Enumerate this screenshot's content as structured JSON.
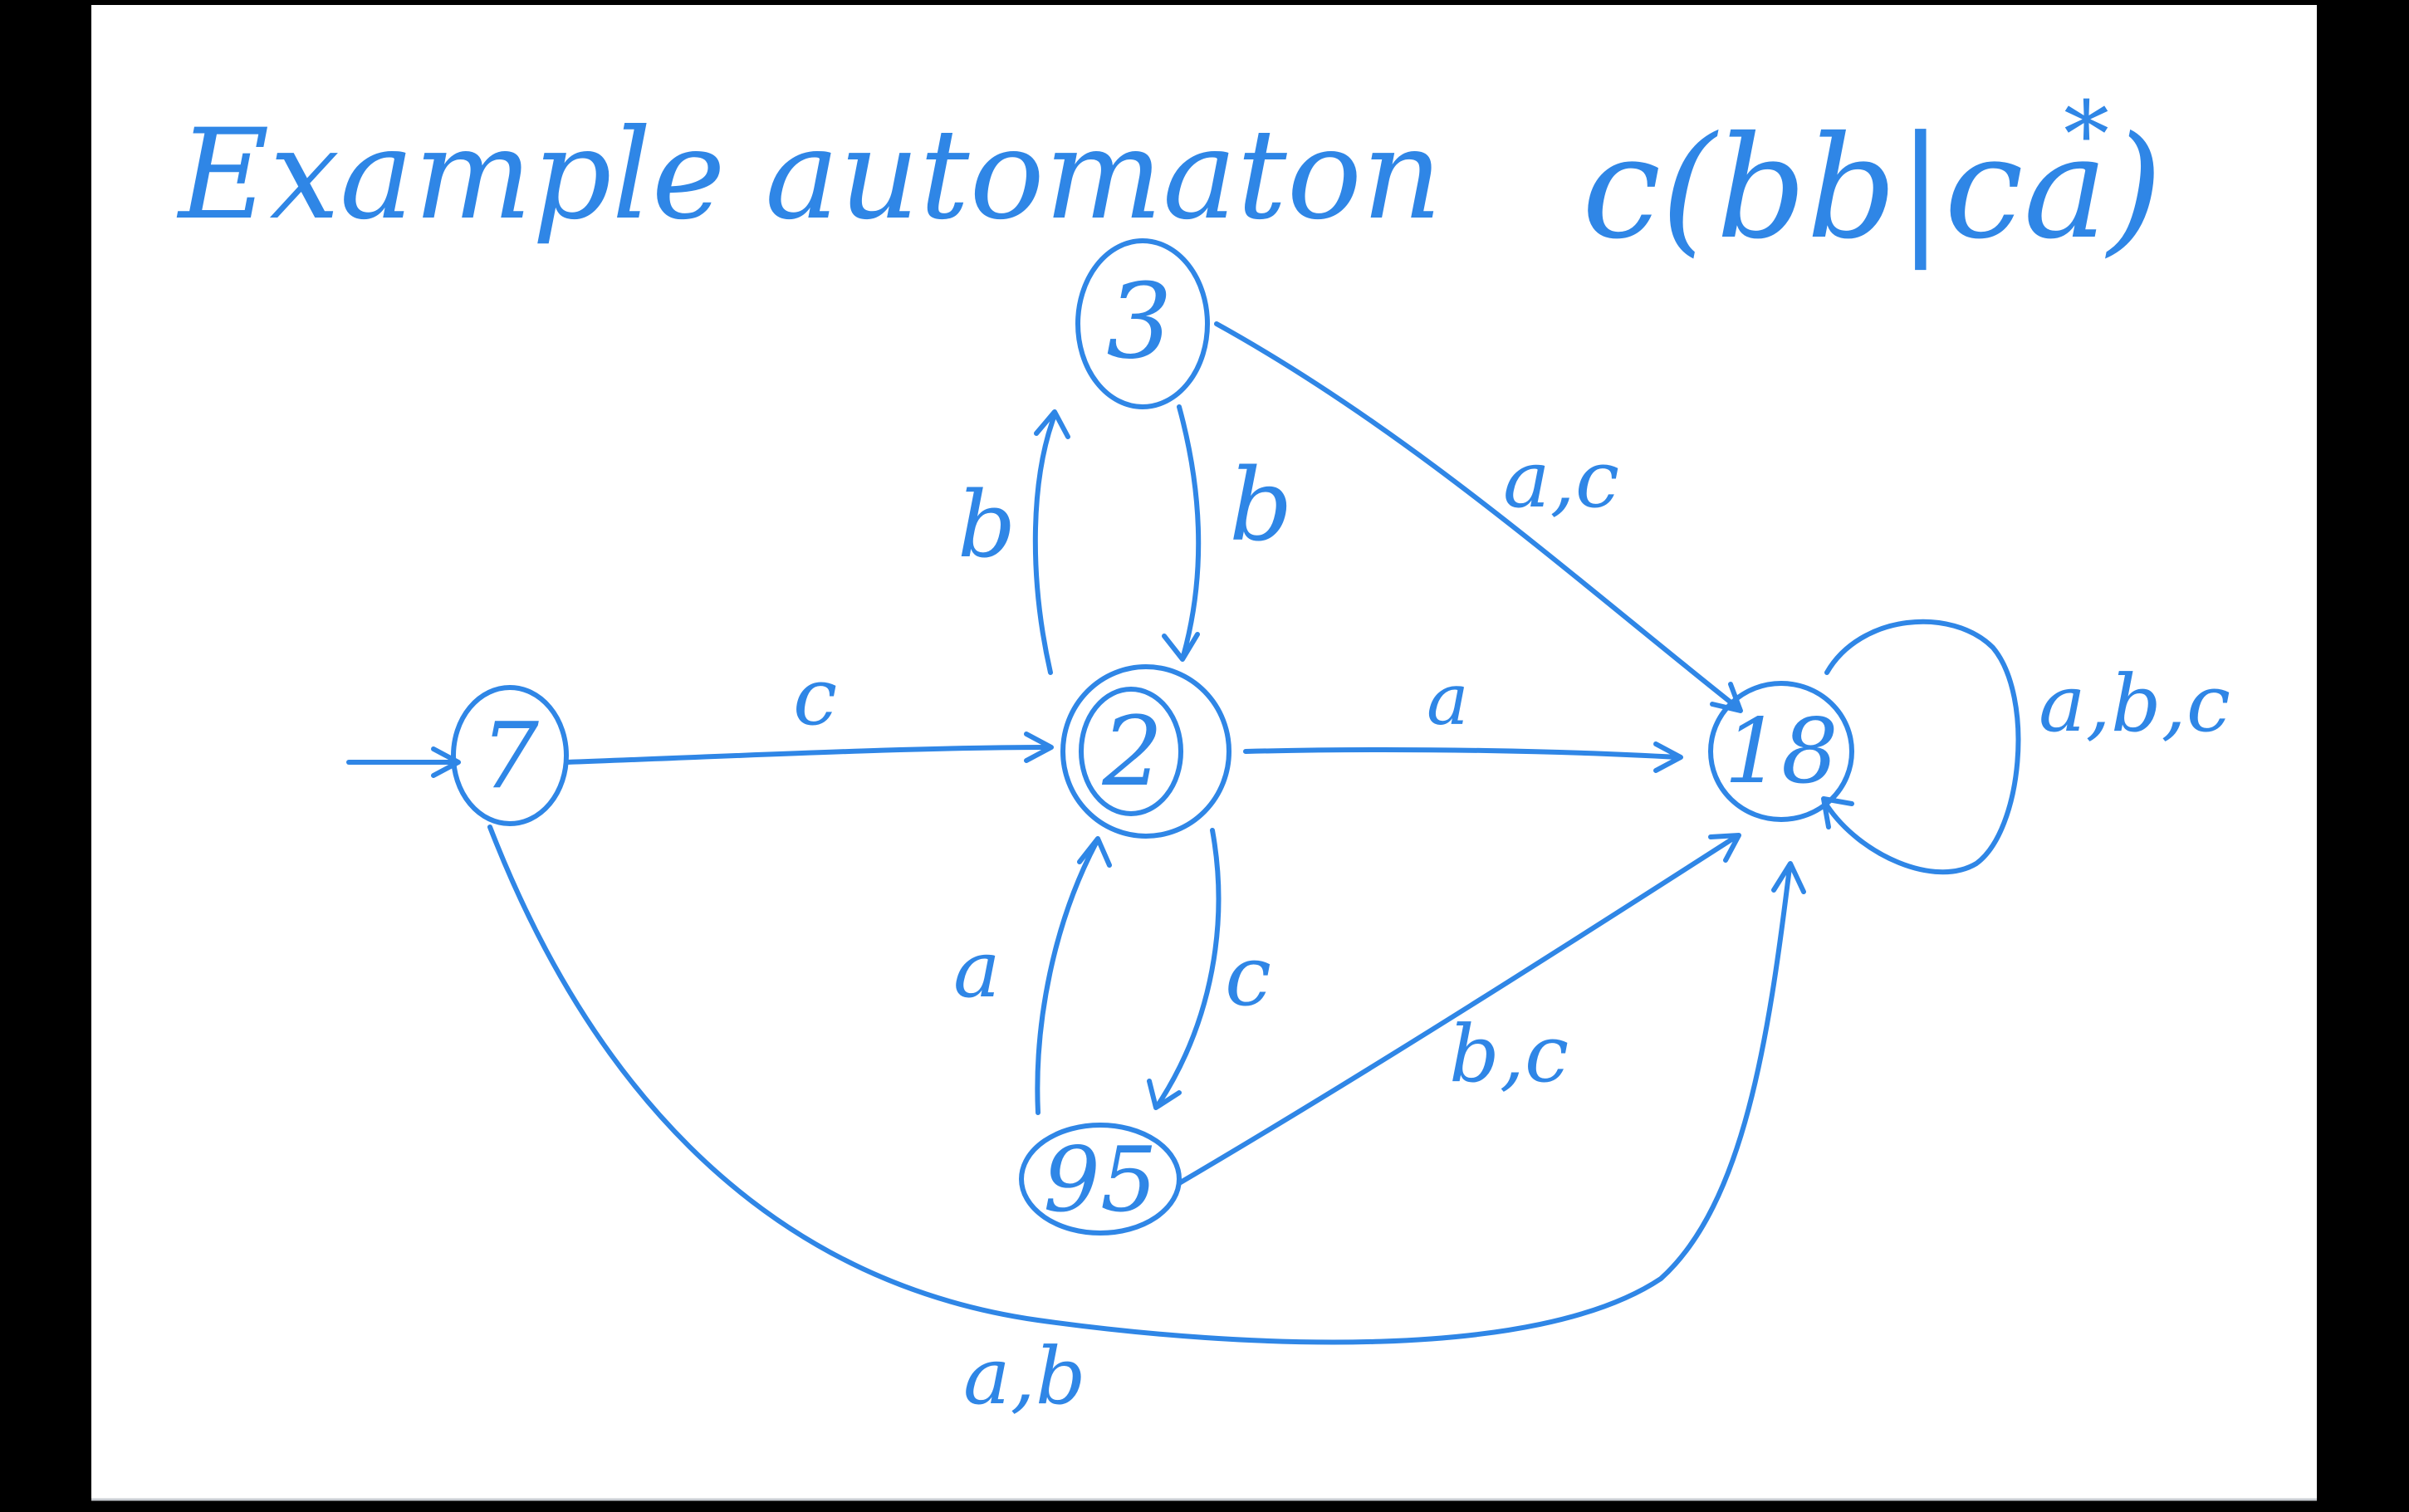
{
  "colors": {
    "ink": "#2f86e6",
    "board": "#ffffff",
    "frame": "#000000",
    "shadow": "#e6e9ee"
  },
  "diagram": {
    "title": "Example automaton",
    "regex": "c(bb|ca)",
    "regex_superscript": "*",
    "states": [
      {
        "id": "s7",
        "label": "7",
        "initial": true,
        "accepting": false
      },
      {
        "id": "s3",
        "label": "3",
        "initial": false,
        "accepting": false
      },
      {
        "id": "s2",
        "label": "2",
        "initial": false,
        "accepting": true
      },
      {
        "id": "s95",
        "label": "95",
        "initial": false,
        "accepting": false
      },
      {
        "id": "s18",
        "label": "18",
        "initial": false,
        "accepting": false
      }
    ],
    "transitions": [
      {
        "id": "t7-2",
        "from": "s7",
        "to": "s2",
        "label": "c"
      },
      {
        "id": "t2-3",
        "from": "s2",
        "to": "s3",
        "label": "b"
      },
      {
        "id": "t3-2",
        "from": "s3",
        "to": "s2",
        "label": "b"
      },
      {
        "id": "t3-18",
        "from": "s3",
        "to": "s18",
        "label": "a,c"
      },
      {
        "id": "t2-18",
        "from": "s2",
        "to": "s18",
        "label": "a"
      },
      {
        "id": "t95-2",
        "from": "s95",
        "to": "s2",
        "label": "a"
      },
      {
        "id": "t2-95",
        "from": "s2",
        "to": "s95",
        "label": "c"
      },
      {
        "id": "t95-18",
        "from": "s95",
        "to": "s18",
        "label": "b,c"
      },
      {
        "id": "t7-18",
        "from": "s7",
        "to": "s18",
        "label": "a,b"
      },
      {
        "id": "t18-18",
        "from": "s18",
        "to": "s18",
        "label": "a,b,c"
      }
    ]
  }
}
